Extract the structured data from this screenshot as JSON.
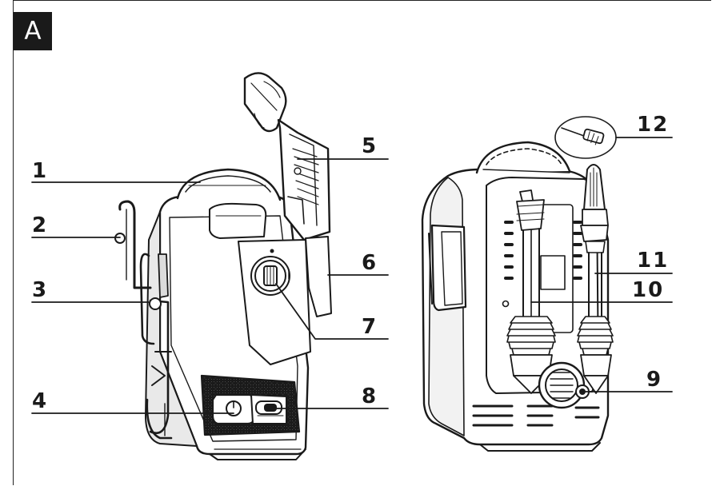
{
  "figure": {
    "panel_label": "A",
    "callouts": [
      "1",
      "2",
      "3",
      "4",
      "5",
      "6",
      "7",
      "8",
      "9",
      "10",
      "11",
      "12"
    ]
  }
}
